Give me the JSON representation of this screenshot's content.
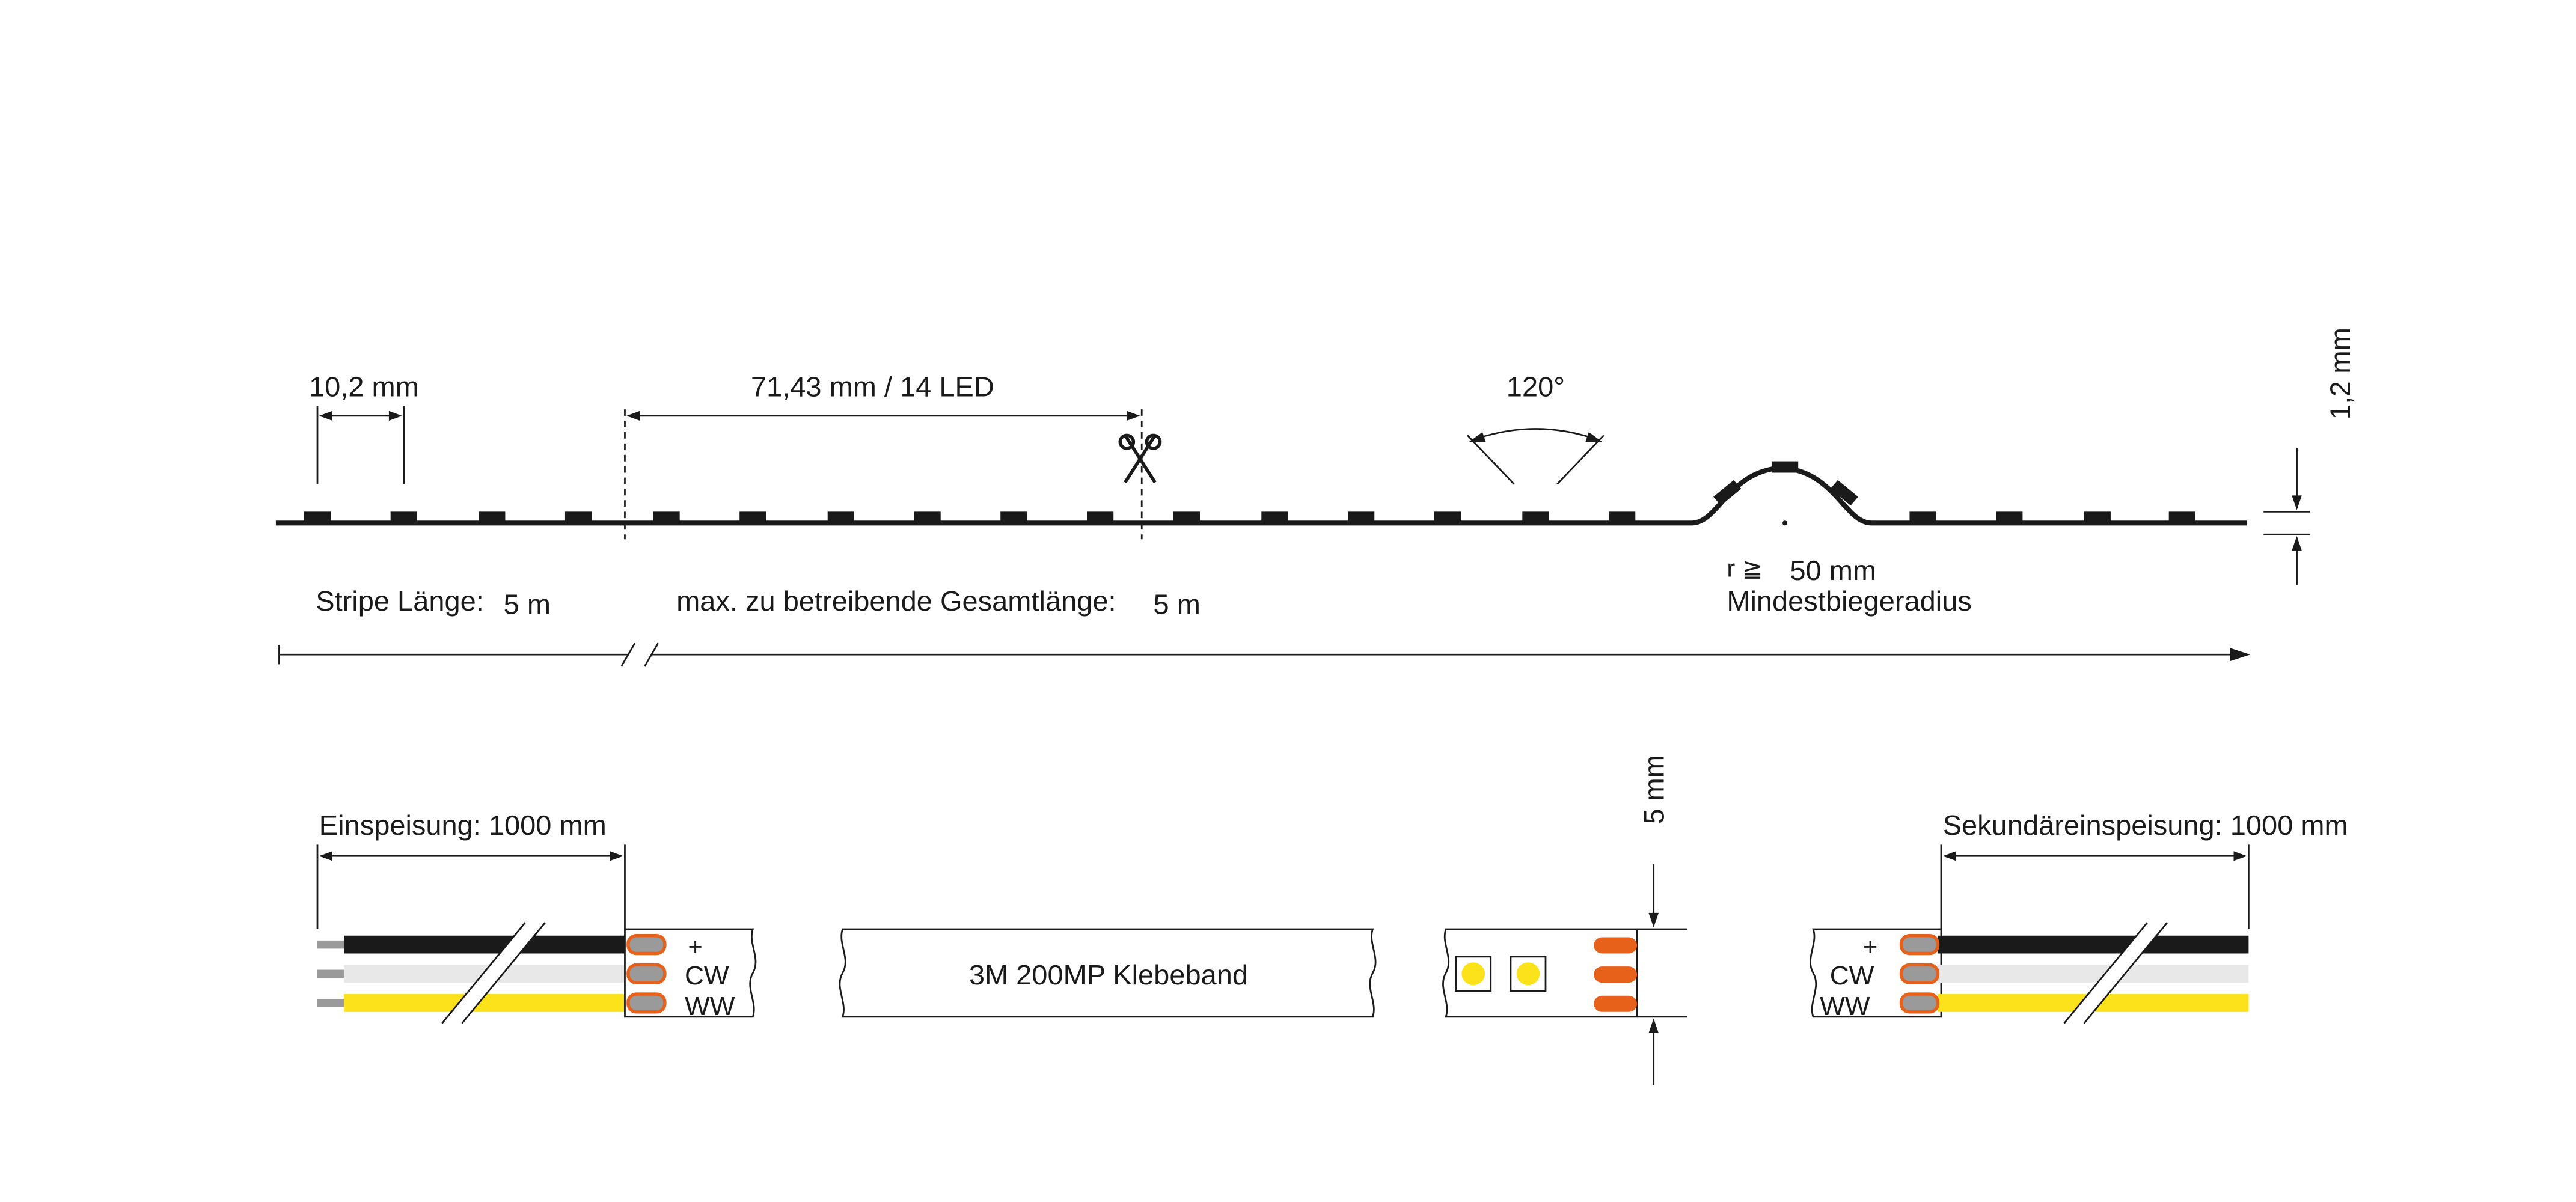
{
  "labels": {
    "led_pitch": "10,2 mm",
    "cut_segment": "71,43 mm / 14 LED",
    "beam_angle": "120°",
    "thickness": "1,2 mm",
    "stripe_length_label": "Stripe Länge:",
    "stripe_length_value": "5 m",
    "max_length_label": "max. zu betreibende Gesamtlänge:",
    "max_length_value": "5 m",
    "radius_symbol": "r ≧",
    "radius_value": "50 mm",
    "radius_caption": "Mindestbiegeradius",
    "feed_in": "Einspeisung: 1000 mm",
    "secondary_feed": "Sekundäreinspeisung: 1000 mm",
    "tape_label": "3M 200MP Klebeband",
    "width": "5 mm",
    "plus": "+",
    "cw": "CW",
    "ww": "WW"
  },
  "icons": {
    "cut_mark": "scissors-icon"
  },
  "colors": {
    "line": "#1a1a1a",
    "wire_black": "#1a1a1a",
    "wire_white": "#e8e8e8",
    "wire_yellow": "#fce21a",
    "wire_core": "#9a9a9a",
    "contact_orange": "#e8611a",
    "led_yellow": "#fce21a"
  }
}
